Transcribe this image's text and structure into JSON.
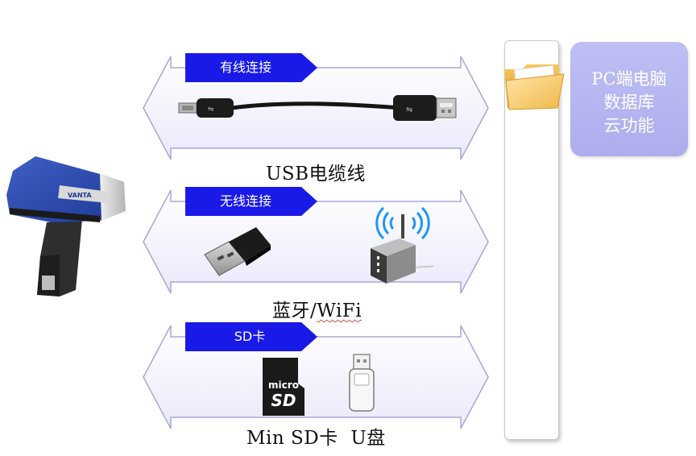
{
  "connections": [
    {
      "tag": "有线连接",
      "caption": "USB电缆线"
    },
    {
      "tag": "无线连接",
      "caption_main": "蓝牙/",
      "caption_underlined": "WiFi"
    },
    {
      "tag": "SD卡",
      "caption": "Min SD卡  U盘"
    }
  ],
  "device": {
    "brand": "VANTA"
  },
  "pc_box": {
    "lines": [
      "PC端电脑",
      "数据库",
      "云功能"
    ]
  },
  "icons": {
    "sd_card_text_1": "micro",
    "sd_card_text_2": "SD"
  },
  "colors": {
    "tag_blue": "#1a1ae8",
    "arrow_fill": "#efeffc",
    "arrow_stroke": "#a7a7da",
    "pc_box": "#b5b5f0"
  }
}
